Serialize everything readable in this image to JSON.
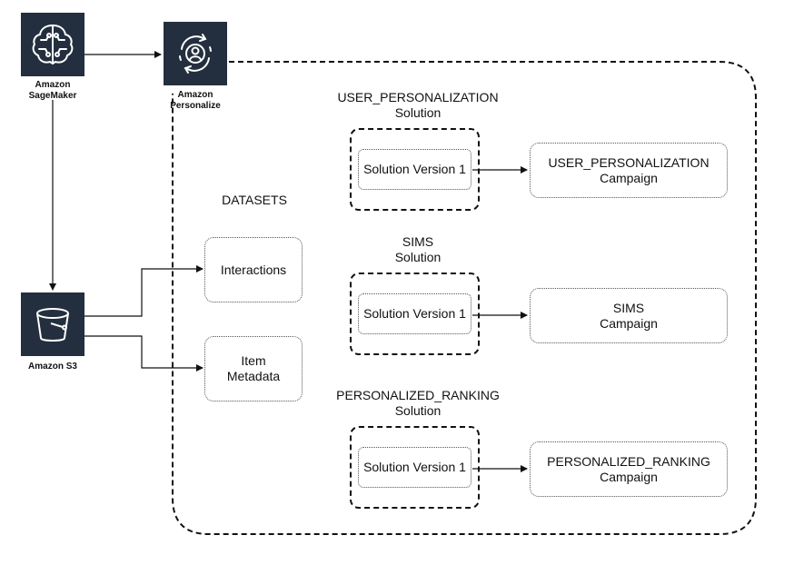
{
  "services": {
    "sagemaker": {
      "name_line1": "Amazon",
      "name_line2": "SageMaker",
      "icon": "brain-icon",
      "color": "#232F3E"
    },
    "personalize": {
      "name_line1": "Amazon",
      "name_line2": "Personalize",
      "icon": "personalize-icon",
      "color": "#232F3E"
    },
    "s3": {
      "name": "Amazon S3",
      "icon": "bucket-icon",
      "color": "#232F3E"
    }
  },
  "datasets": {
    "heading": "DATASETS",
    "interactions": "Interactions",
    "item_metadata_line1": "Item",
    "item_metadata_line2": "Metadata"
  },
  "solutions": [
    {
      "title": "USER_PERSONALIZATION",
      "subtitle": "Solution",
      "version": "Solution Version 1",
      "campaign_line1": "USER_PERSONALIZATION",
      "campaign_line2": "Campaign"
    },
    {
      "title": "SIMS",
      "subtitle": "Solution",
      "version": "Solution Version 1",
      "campaign_line1": "SIMS",
      "campaign_line2": "Campaign"
    },
    {
      "title": "PERSONALIZED_RANKING",
      "subtitle": "Solution",
      "version": "Solution Version 1",
      "campaign_line1": "PERSONALIZED_RANKING",
      "campaign_line2": "Campaign"
    }
  ]
}
